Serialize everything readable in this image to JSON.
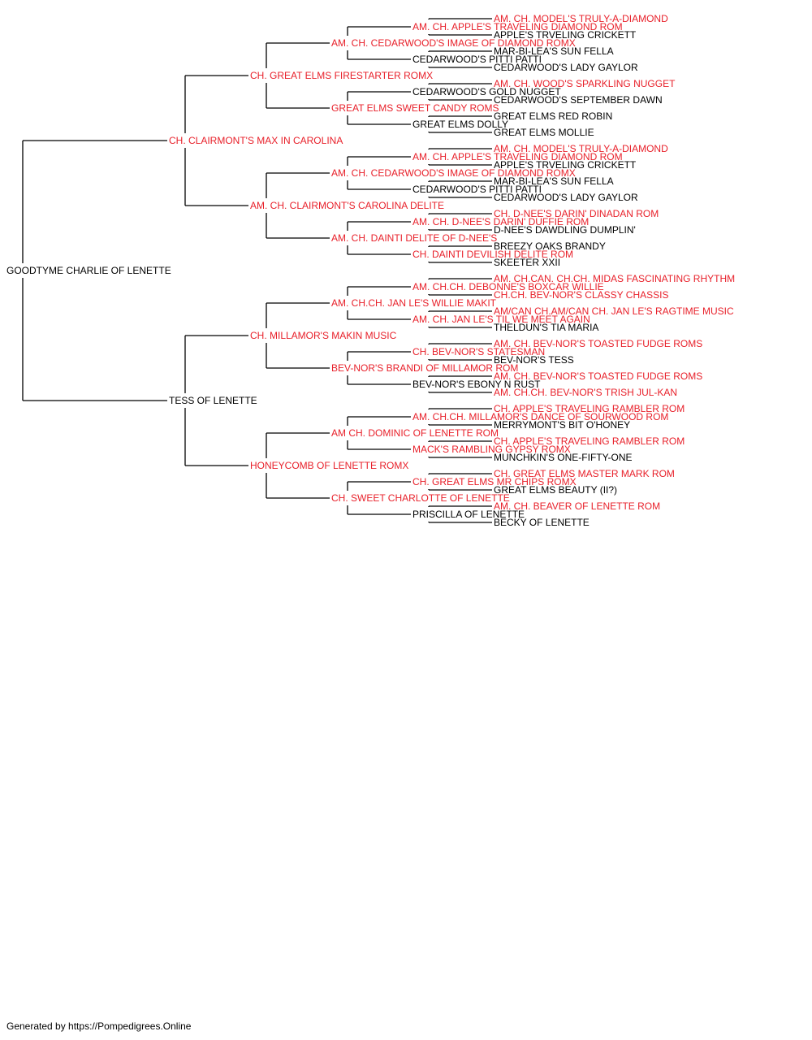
{
  "colors": {
    "champion": "#e8202a",
    "regular": "#000000",
    "line": "#000000"
  },
  "root": {
    "name": "GOODTYME CHARLIE OF LENETTE",
    "champion": false,
    "sire": {
      "name": "CH. CLAIRMONT'S MAX IN CAROLINA",
      "champion": true,
      "sire": {
        "name": "CH. GREAT ELMS FIRESTARTER ROMX",
        "champion": true,
        "sire": {
          "name": "AM. CH. CEDARWOOD'S IMAGE OF DIAMOND ROMX",
          "champion": true,
          "sire": {
            "name": "AM. CH. APPLE'S TRAVELING DIAMOND ROM",
            "champion": true,
            "sire": {
              "name": "AM. CH. MODEL'S TRULY-A-DIAMOND",
              "champion": true
            },
            "dam": {
              "name": "APPLE'S TRVELING CRICKETT",
              "champion": false
            }
          },
          "dam": {
            "name": "CEDARWOOD'S PITTI PATTI",
            "champion": false,
            "sire": {
              "name": "MAR-BI-LEA'S SUN FELLA",
              "champion": false
            },
            "dam": {
              "name": "CEDARWOOD'S LADY GAYLOR",
              "champion": false
            }
          }
        },
        "dam": {
          "name": "GREAT ELMS SWEET CANDY ROMS",
          "champion": true,
          "sire": {
            "name": "CEDARWOOD'S GOLD NUGGET",
            "champion": false,
            "sire": {
              "name": "AM. CH. WOOD'S SPARKLING NUGGET",
              "champion": true
            },
            "dam": {
              "name": "CEDARWOOD'S SEPTEMBER DAWN",
              "champion": false
            }
          },
          "dam": {
            "name": "GREAT ELMS DOLLY",
            "champion": false,
            "sire": {
              "name": "GREAT ELMS RED ROBIN",
              "champion": false
            },
            "dam": {
              "name": "GREAT ELMS MOLLIE",
              "champion": false
            }
          }
        }
      },
      "dam": {
        "name": "AM. CH. CLAIRMONT'S CAROLINA DELITE",
        "champion": true,
        "sire": {
          "name": "AM. CH. CEDARWOOD'S IMAGE OF DIAMOND ROMX",
          "champion": true,
          "sire": {
            "name": "AM. CH. APPLE'S TRAVELING DIAMOND ROM",
            "champion": true,
            "sire": {
              "name": "AM. CH. MODEL'S TRULY-A-DIAMOND",
              "champion": true
            },
            "dam": {
              "name": "APPLE'S TRVELING CRICKETT",
              "champion": false
            }
          },
          "dam": {
            "name": "CEDARWOOD'S PITTI PATTI",
            "champion": false,
            "sire": {
              "name": "MAR-BI-LEA'S SUN FELLA",
              "champion": false
            },
            "dam": {
              "name": "CEDARWOOD'S LADY GAYLOR",
              "champion": false
            }
          }
        },
        "dam": {
          "name": "AM. CH. DAINTI DELITE OF D-NEE'S",
          "champion": true,
          "sire": {
            "name": "AM. CH. D-NEE'S DARIN' DUFFIE ROM",
            "champion": true,
            "sire": {
              "name": "CH. D-NEE'S DARIN' DINADAN ROM",
              "champion": true
            },
            "dam": {
              "name": "D-NEE'S DAWDLING DUMPLIN'",
              "champion": false
            }
          },
          "dam": {
            "name": "CH. DAINTI DEVILISH DELITE ROM",
            "champion": true,
            "sire": {
              "name": "BREEZY OAKS BRANDY",
              "champion": false
            },
            "dam": {
              "name": "SKEETER XXII",
              "champion": false
            }
          }
        }
      }
    },
    "dam": {
      "name": "TESS OF LENETTE",
      "champion": false,
      "sire": {
        "name": "CH. MILLAMOR'S MAKIN MUSIC",
        "champion": true,
        "sire": {
          "name": "AM. CH.CH. JAN LE'S WILLIE MAKIT",
          "champion": true,
          "sire": {
            "name": "AM. CH.CH. DEBONNE'S BOXCAR WILLIE",
            "champion": true,
            "sire": {
              "name": "AM. CH.CAN. CH.CH. MIDAS FASCINATING RHYTHM",
              "champion": true
            },
            "dam": {
              "name": "CH.CH. BEV-NOR'S CLASSY CHASSIS",
              "champion": true
            }
          },
          "dam": {
            "name": "AM. CH. JAN LE'S TIL WE MEET AGAIN",
            "champion": true,
            "sire": {
              "name": "AM/CAN CH.AM/CAN CH. JAN LE'S RAGTIME MUSIC",
              "champion": true
            },
            "dam": {
              "name": "THELDUN'S TIA MARIA",
              "champion": false
            }
          }
        },
        "dam": {
          "name": "BEV-NOR'S BRANDI OF MILLAMOR ROM",
          "champion": true,
          "sire": {
            "name": "CH. BEV-NOR'S STATESMAN",
            "champion": true,
            "sire": {
              "name": "AM. CH. BEV-NOR'S TOASTED FUDGE ROMS",
              "champion": true
            },
            "dam": {
              "name": "BEV-NOR'S TESS",
              "champion": false
            }
          },
          "dam": {
            "name": "BEV-NOR'S EBONY N RUST",
            "champion": false,
            "sire": {
              "name": "AM. CH. BEV-NOR'S TOASTED FUDGE ROMS",
              "champion": true
            },
            "dam": {
              "name": "AM. CH.CH. BEV-NOR'S TRISH JUL-KAN",
              "champion": true
            }
          }
        }
      },
      "dam": {
        "name": "HONEYCOMB OF LENETTE ROMX",
        "champion": true,
        "sire": {
          "name": "AM CH. DOMINIC OF LENETTE ROM",
          "champion": true,
          "sire": {
            "name": "AM. CH.CH. MILLAMOR'S DANCE OF SOURWOOD ROM",
            "champion": true,
            "sire": {
              "name": "CH. APPLE'S TRAVELING RAMBLER ROM",
              "champion": true
            },
            "dam": {
              "name": "MERRYMONT'S BIT O'HONEY",
              "champion": false
            }
          },
          "dam": {
            "name": "MACK'S RAMBLING GYPSY ROMX",
            "champion": true,
            "sire": {
              "name": "CH. APPLE'S TRAVELING RAMBLER ROM",
              "champion": true
            },
            "dam": {
              "name": "MUNCHKIN'S ONE-FIFTY-ONE",
              "champion": false
            }
          }
        },
        "dam": {
          "name": "CH. SWEET CHARLOTTE OF LENETTE",
          "champion": true,
          "sire": {
            "name": "CH. GREAT ELMS MR CHIPS ROMX",
            "champion": true,
            "sire": {
              "name": "CH. GREAT ELMS MASTER MARK ROM",
              "champion": true
            },
            "dam": {
              "name": "GREAT ELMS BEAUTY (II?)",
              "champion": false
            }
          },
          "dam": {
            "name": "PRISCILLA OF LENETTE",
            "champion": false,
            "sire": {
              "name": "AM. CH. BEAVER OF LENETTE ROM",
              "champion": true
            },
            "dam": {
              "name": "BECKY OF LENETTE",
              "champion": false
            }
          }
        }
      }
    }
  },
  "footer": "Generated by https://Pompedigrees.Online"
}
